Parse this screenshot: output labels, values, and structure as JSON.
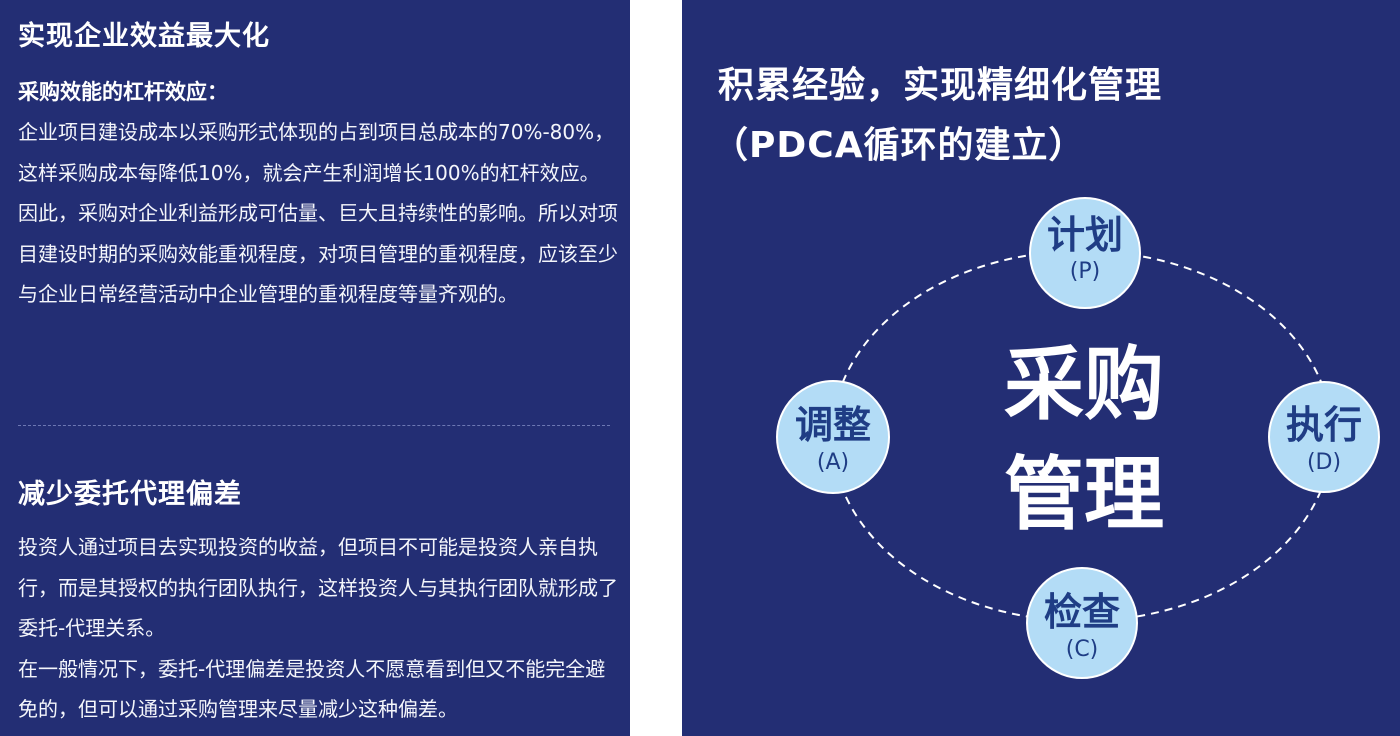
{
  "left": {
    "section1": {
      "title": "实现企业效益最大化",
      "subtitle": "采购效能的杠杆效应：",
      "paragraphs": [
        "企业项目建设成本以采购形式体现的占到项目总成本的70%-80%，这样采购成本每降低10%，就会产生利润增长100%的杠杆效应。",
        "因此，采购对企业利益形成可估量、巨大且持续性的影响。所以对项目建设时期的采购效能重视程度，对项目管理的重视程度，应该至少与企业日常经营活动中企业管理的重视程度等量齐观的。"
      ]
    },
    "section2": {
      "title": "减少委托代理偏差",
      "paragraphs": [
        "投资人通过项目去实现投资的收益，但项目不可能是投资人亲自执行，而是其授权的执行团队执行，这样投资人与其执行团队就形成了委托-代理关系。",
        "在一般情况下，委托-代理偏差是投资人不愿意看到但又不能完全避免的，但可以通过采购管理来尽量减少这种偏差。"
      ]
    }
  },
  "right": {
    "title_line1": "积累经验，实现精细化管理",
    "title_line2": "（PDCA循环的建立）",
    "center_line1": "采购",
    "center_line2": "管理",
    "nodes": {
      "plan": {
        "label": "计划",
        "code": "(P)"
      },
      "do": {
        "label": "执行",
        "code": "(D)"
      },
      "check": {
        "label": "检查",
        "code": "(C)"
      },
      "act": {
        "label": "调整",
        "code": "(A)"
      }
    }
  },
  "colors": {
    "panel_bg": "#232e74",
    "node_fill": "#b3dcf6",
    "node_text": "#1f3d85",
    "text": "#ffffff"
  }
}
